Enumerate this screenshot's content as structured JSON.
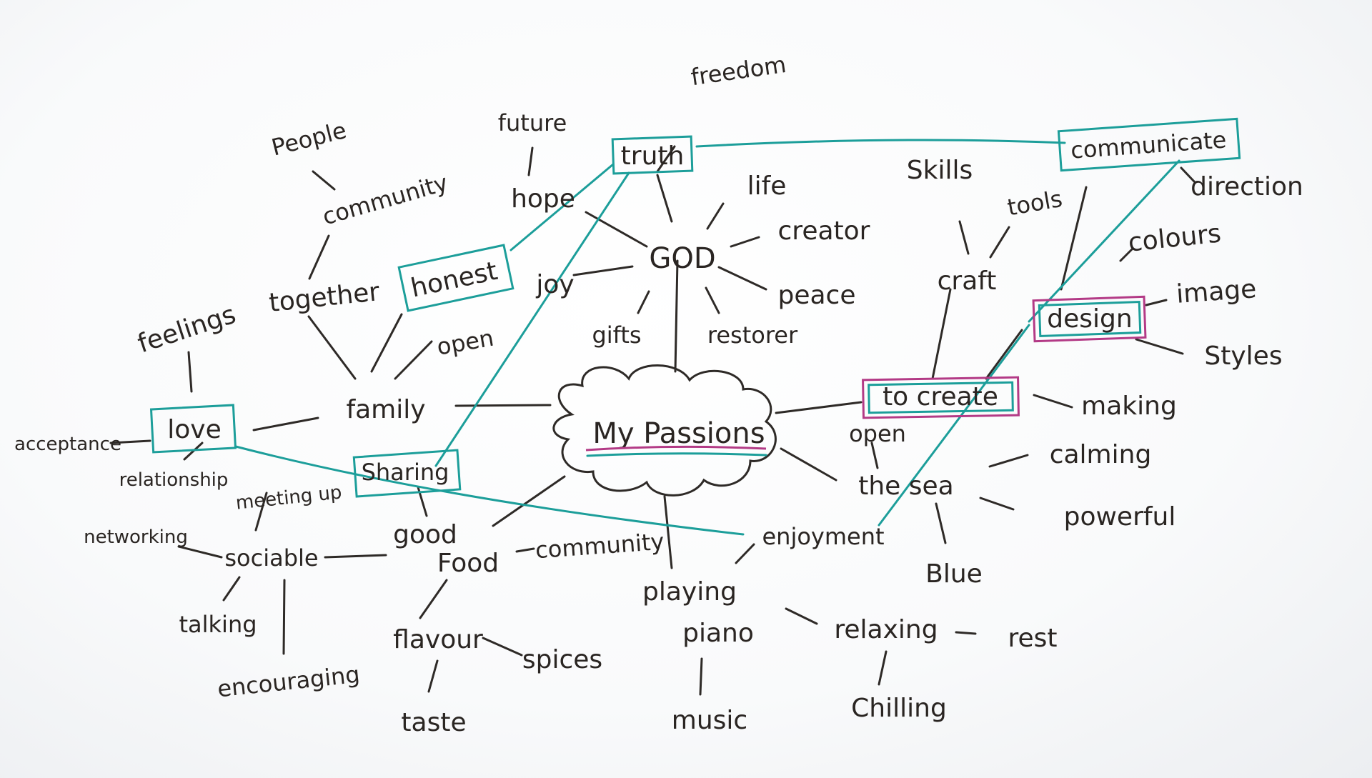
{
  "title": "My Passions",
  "colors": {
    "ink": "#2e2a27",
    "teal": "#1c9e9a",
    "magenta": "#b33a86"
  },
  "words": {
    "freedom": "freedom",
    "future": "future",
    "truth": "truth",
    "communicate": "communicate",
    "people": "People",
    "community_top": "community",
    "hope": "hope",
    "life": "life",
    "skills": "Skills",
    "tools": "tools",
    "direction": "direction",
    "creator": "creator",
    "god": "GOD",
    "colours": "colours",
    "honest": "honest",
    "together": "together",
    "joy": "joy",
    "peace": "peace",
    "craft": "craft",
    "design": "design",
    "image": "image",
    "feelings": "feelings",
    "open_left": "open",
    "gifts": "gifts",
    "restorer": "restorer",
    "styles": "Styles",
    "love": "love",
    "family": "family",
    "acceptance": "acceptance",
    "to_create": "to create",
    "making": "making",
    "open_right": "open",
    "relationship": "relationship",
    "sharing": "Sharing",
    "calming": "calming",
    "the_sea": "the sea",
    "meeting_up": "meeting up",
    "good": "good",
    "powerful": "powerful",
    "networking": "networking",
    "sociable": "sociable",
    "food": "Food",
    "community_food": "community",
    "enjoyment": "enjoyment",
    "blue": "Blue",
    "playing": "playing",
    "talking": "talking",
    "flavour": "flavour",
    "spices": "spices",
    "piano": "piano",
    "relaxing": "relaxing",
    "rest": "rest",
    "encouraging": "encouraging",
    "taste": "taste",
    "music": "music",
    "chilling": "Chilling"
  }
}
